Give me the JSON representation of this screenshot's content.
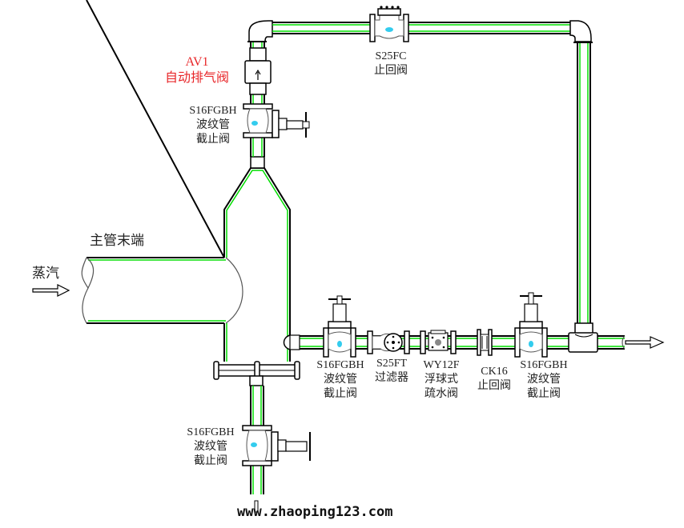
{
  "diagram": {
    "title": "主管末端排气疏水系统",
    "colors": {
      "pipe_outline": "#000000",
      "pipe_inner": "#00dd00",
      "text_red": "#e8272a",
      "water_highlight": "#33ccee"
    },
    "labels": {
      "main_pipe": "主管末端",
      "steam": "蒸汽",
      "air_vent": {
        "model": "AV1",
        "name": "自动排气阀"
      },
      "top_stop_valve": {
        "model": "S16FGBH",
        "name1": "波纹管",
        "name2": "截止阀"
      },
      "top_check_valve": {
        "model": "S25FC",
        "name": "止回阀"
      },
      "bottom_stop_valve": {
        "model": "S16FGBH",
        "name1": "波纹管",
        "name2": "截止阀"
      },
      "line_stop_valve_1": {
        "model": "S16FGBH",
        "name1": "波纹管",
        "name2": "截止阀"
      },
      "strainer": {
        "model": "S25FT",
        "name": "过滤器"
      },
      "trap": {
        "model": "WY12F",
        "name1": "浮球式",
        "name2": "疏水阀"
      },
      "check_valve_2": {
        "model": "CK16",
        "name": "止回阀"
      },
      "line_stop_valve_2": {
        "model": "S16FGBH",
        "name1": "波纹管",
        "name2": "截止阀"
      }
    },
    "watermark": "www.zhaoping123.com",
    "icons": [
      "steam-inlet-arrow-icon",
      "outlet-arrow-icon",
      "air-vent-icon",
      "globe-valve-icon",
      "check-valve-icon",
      "strainer-icon",
      "float-trap-icon",
      "elbow-icon",
      "tee-icon"
    ]
  }
}
